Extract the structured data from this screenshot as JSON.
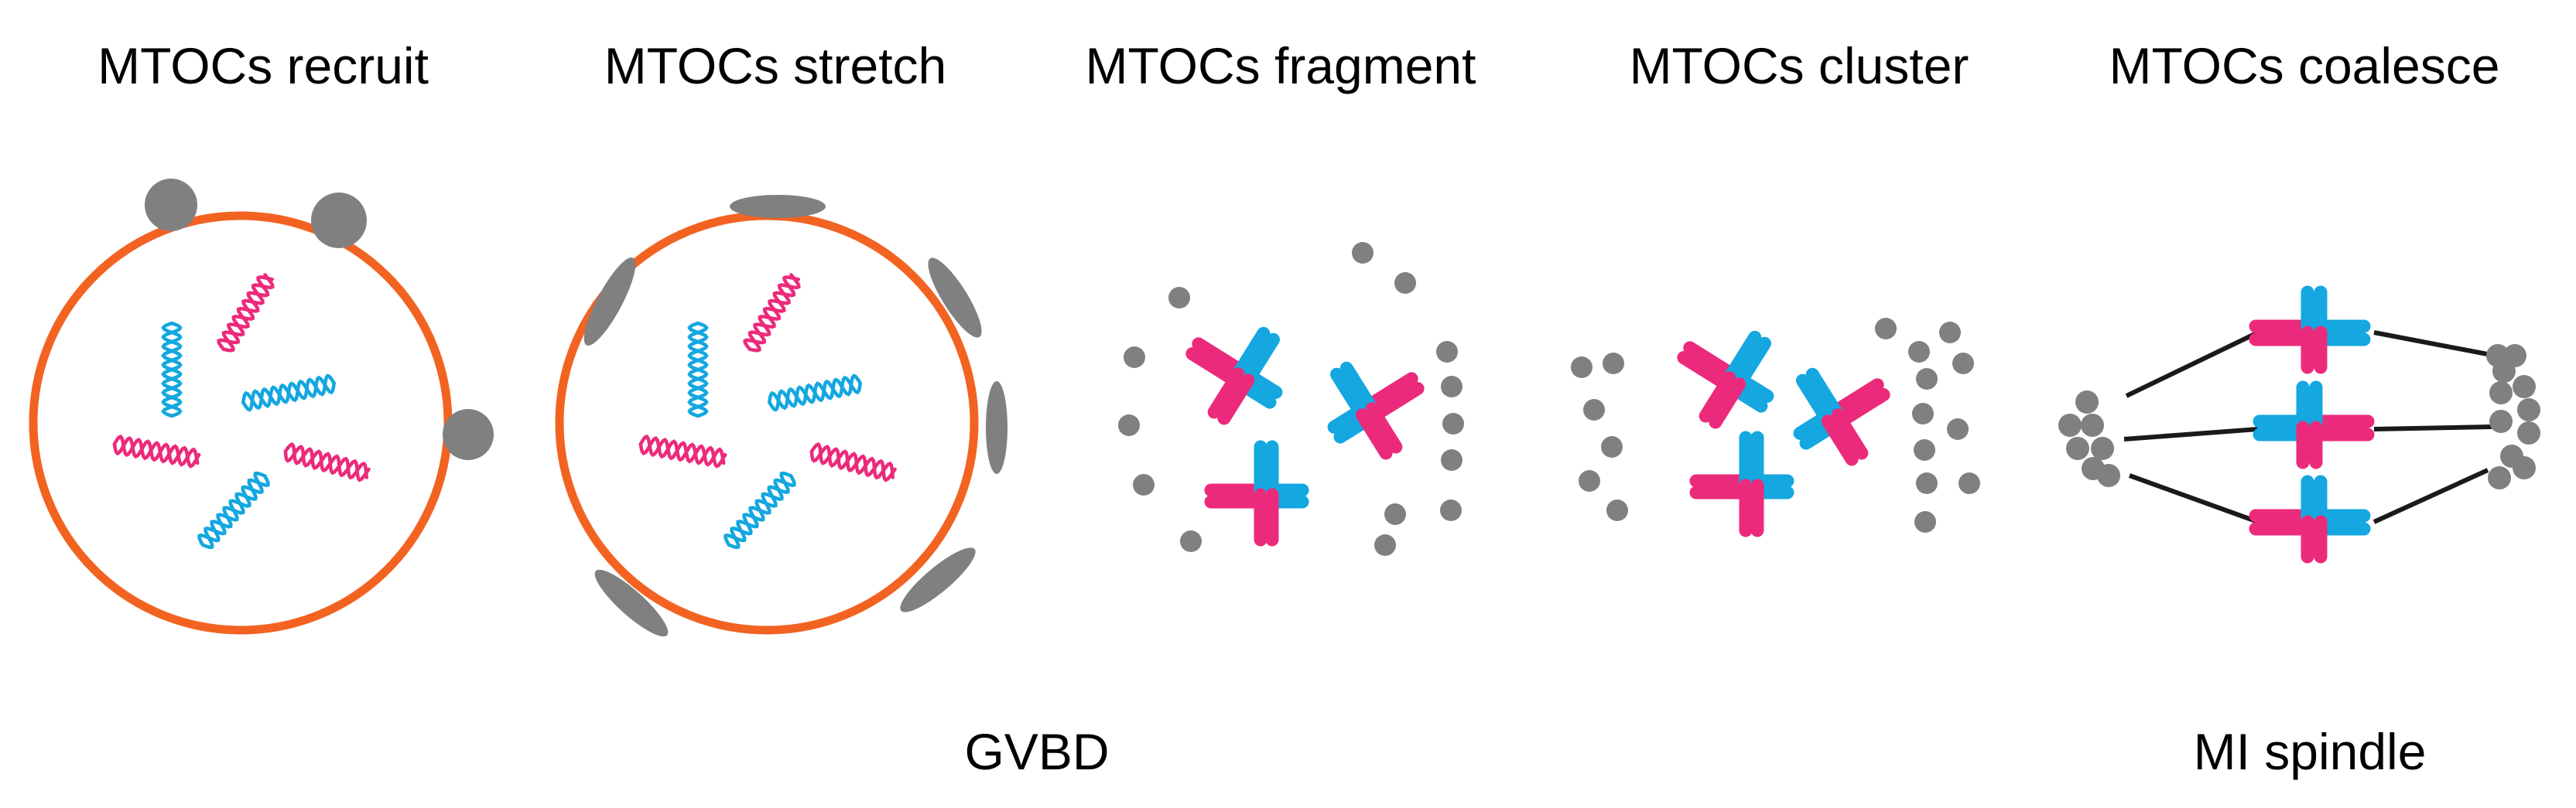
{
  "stages": [
    {
      "id": "recruit",
      "label": "MTOCs recruit"
    },
    {
      "id": "stretch",
      "label": "MTOCs stretch"
    },
    {
      "id": "fragment",
      "label": "MTOCs fragment"
    },
    {
      "id": "cluster",
      "label": "MTOCs cluster"
    },
    {
      "id": "coalesce",
      "label": "MTOCs coalesce"
    }
  ],
  "milestones": [
    {
      "id": "gvbd",
      "label": "GVBD"
    },
    {
      "id": "mi-spindle",
      "label": "MI spindle"
    }
  ],
  "colors": {
    "nuclear_envelope": "#f26322",
    "mtoc": "#808080",
    "chromosome_cyan": "#14a7e0",
    "chromosome_magenta": "#ec2a7b",
    "spindle_fiber": "#1a1a1a"
  }
}
